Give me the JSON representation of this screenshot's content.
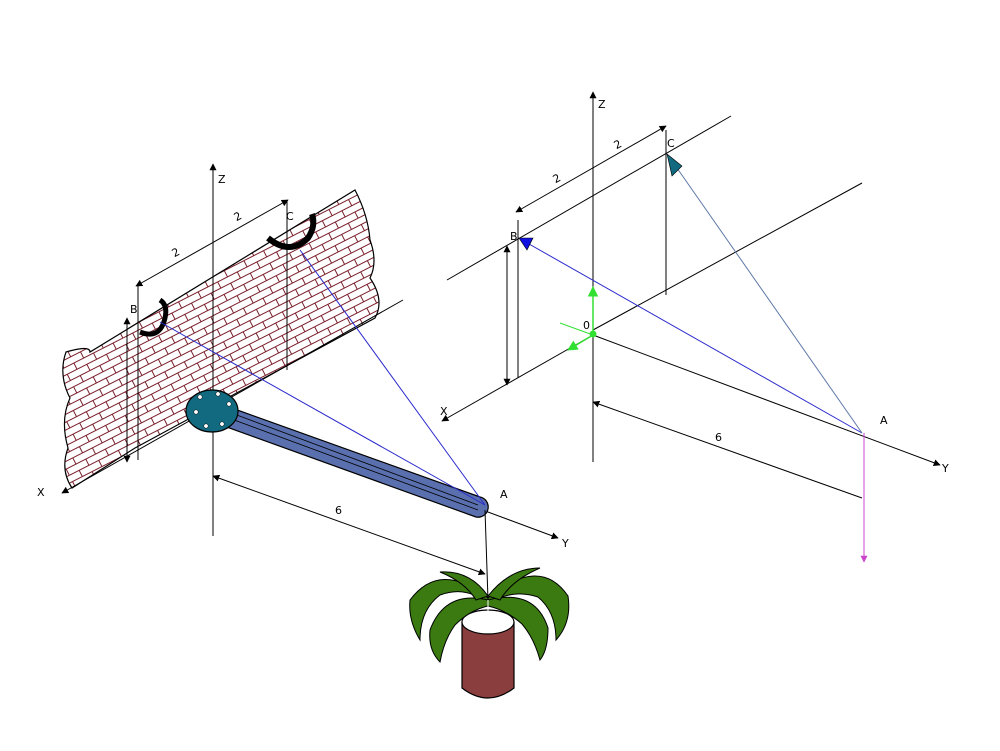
{
  "left_figure": {
    "points": {
      "A": "A",
      "B": "B",
      "C": "C"
    },
    "axes": {
      "x": "X",
      "y": "Y",
      "z": "Z"
    },
    "dims": {
      "bc": "2",
      "c_top": "2",
      "length": "6"
    }
  },
  "right_figure": {
    "points": {
      "A": "A",
      "B": "B",
      "C": "C",
      "origin": "0"
    },
    "axes": {
      "x": "X",
      "y": "Y",
      "z": "Z"
    },
    "dims": {
      "bc": "2",
      "c_top": "2",
      "length": "6"
    }
  },
  "colors": {
    "brick": "#7a1f2b",
    "rod": "#5a6fad",
    "plate": "#116a7f",
    "cable_blue": "#2a2acc",
    "cable_slate": "#5f78a8",
    "green_vec": "#32e032",
    "magenta_vec": "#cc44cc",
    "leaf": "#3a7a10",
    "pot": "#8a3e3e"
  }
}
